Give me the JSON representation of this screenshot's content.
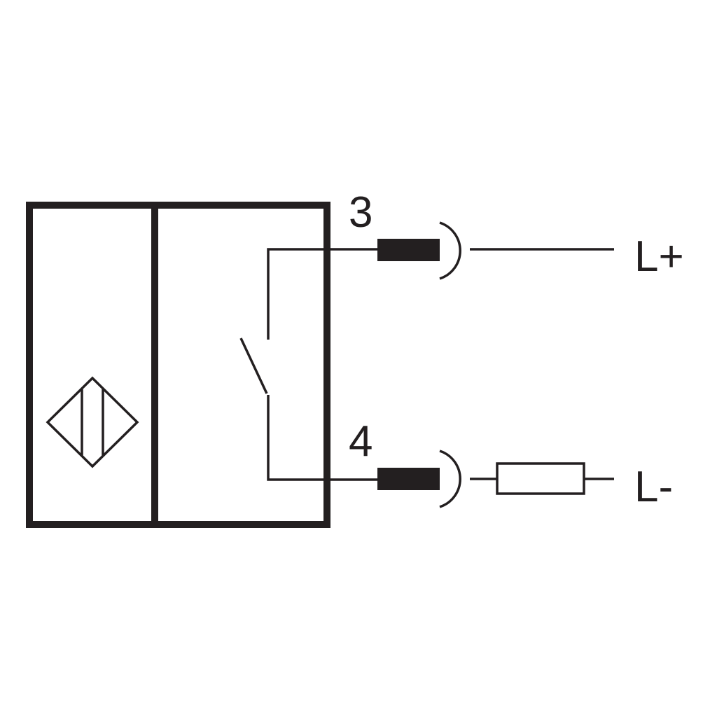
{
  "colors": {
    "ink": "#231f20",
    "background": "#ffffff"
  },
  "terminals": {
    "pin_top": "3",
    "pin_bottom": "4"
  },
  "supply": {
    "positive": "L+",
    "negative": "L-"
  }
}
